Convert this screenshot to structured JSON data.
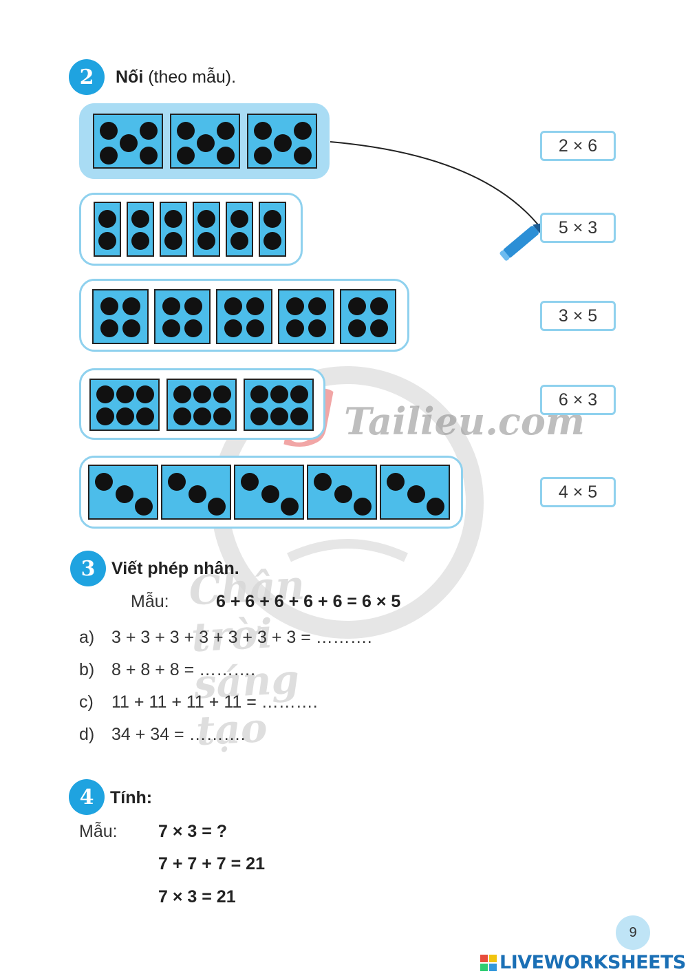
{
  "watermark": {
    "blog": "Blog",
    "site": "Tailieu.com",
    "slogan": "Chân trời sáng tạo"
  },
  "exercise2": {
    "number": "2",
    "title_bold": "Nối",
    "title_rest": " (theo mẫu).",
    "answers": [
      "2 × 6",
      "5 × 3",
      "3 × 5",
      "6 × 3",
      "4 × 5"
    ]
  },
  "exercise3": {
    "number": "3",
    "title": "Viết phép nhân.",
    "sample_label": "Mẫu:",
    "sample": "6 + 6 + 6 + 6 + 6 = 6 × 5",
    "items": [
      {
        "label": "a)",
        "text": "3 + 3 + 3 + 3 + 3 + 3 + 3 = ………."
      },
      {
        "label": "b)",
        "text": "8 + 8 + 8 = ………."
      },
      {
        "label": "c)",
        "text": "11 + 11 + 11 + 11 = ………."
      },
      {
        "label": "d)",
        "text": "34 + 34 = ………."
      }
    ]
  },
  "exercise4": {
    "number": "4",
    "title": "Tính:",
    "sample_label": "Mẫu:",
    "lines": [
      "7 × 3 = ?",
      "7 + 7 + 7 = 21",
      "7 × 3 = 21"
    ]
  },
  "page_number": "9",
  "footer": {
    "brand": "LIVEWORKSHEETS"
  },
  "colors": {
    "accent": "#1fa3e0",
    "card": "#4cbdea",
    "frame": "#8fd1ee",
    "highlight": "#a9dcf4"
  }
}
